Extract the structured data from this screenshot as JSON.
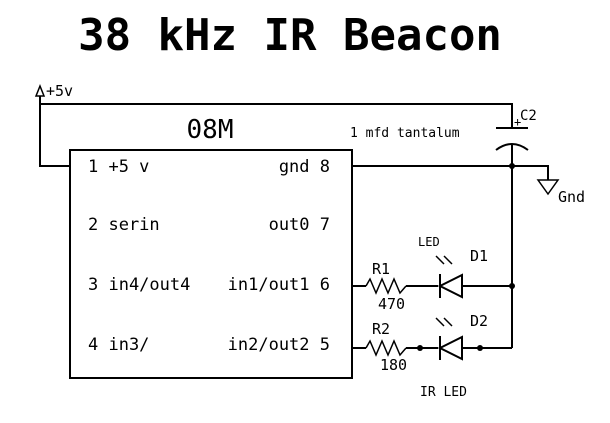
{
  "title": "38 kHz IR Beacon",
  "supply_label": "+5v",
  "chip": {
    "name": "08M",
    "pins_left": [
      "1 +5 v",
      "2 serin",
      "3 in4/out4",
      "4 in3/"
    ],
    "pins_right": [
      "gnd 8",
      "out0 7",
      "in1/out1 6",
      "in2/out2 5"
    ]
  },
  "capacitor": {
    "ref": "C2",
    "desc": "1 mfd tantalum",
    "polarity": "+"
  },
  "ground_label": "Gnd",
  "r1": {
    "ref": "R1",
    "value": "470"
  },
  "r2": {
    "ref": "R2",
    "value": "180"
  },
  "d1": {
    "ref": "D1",
    "type": "LED"
  },
  "d2": {
    "ref": "D2",
    "type": "IR LED"
  }
}
